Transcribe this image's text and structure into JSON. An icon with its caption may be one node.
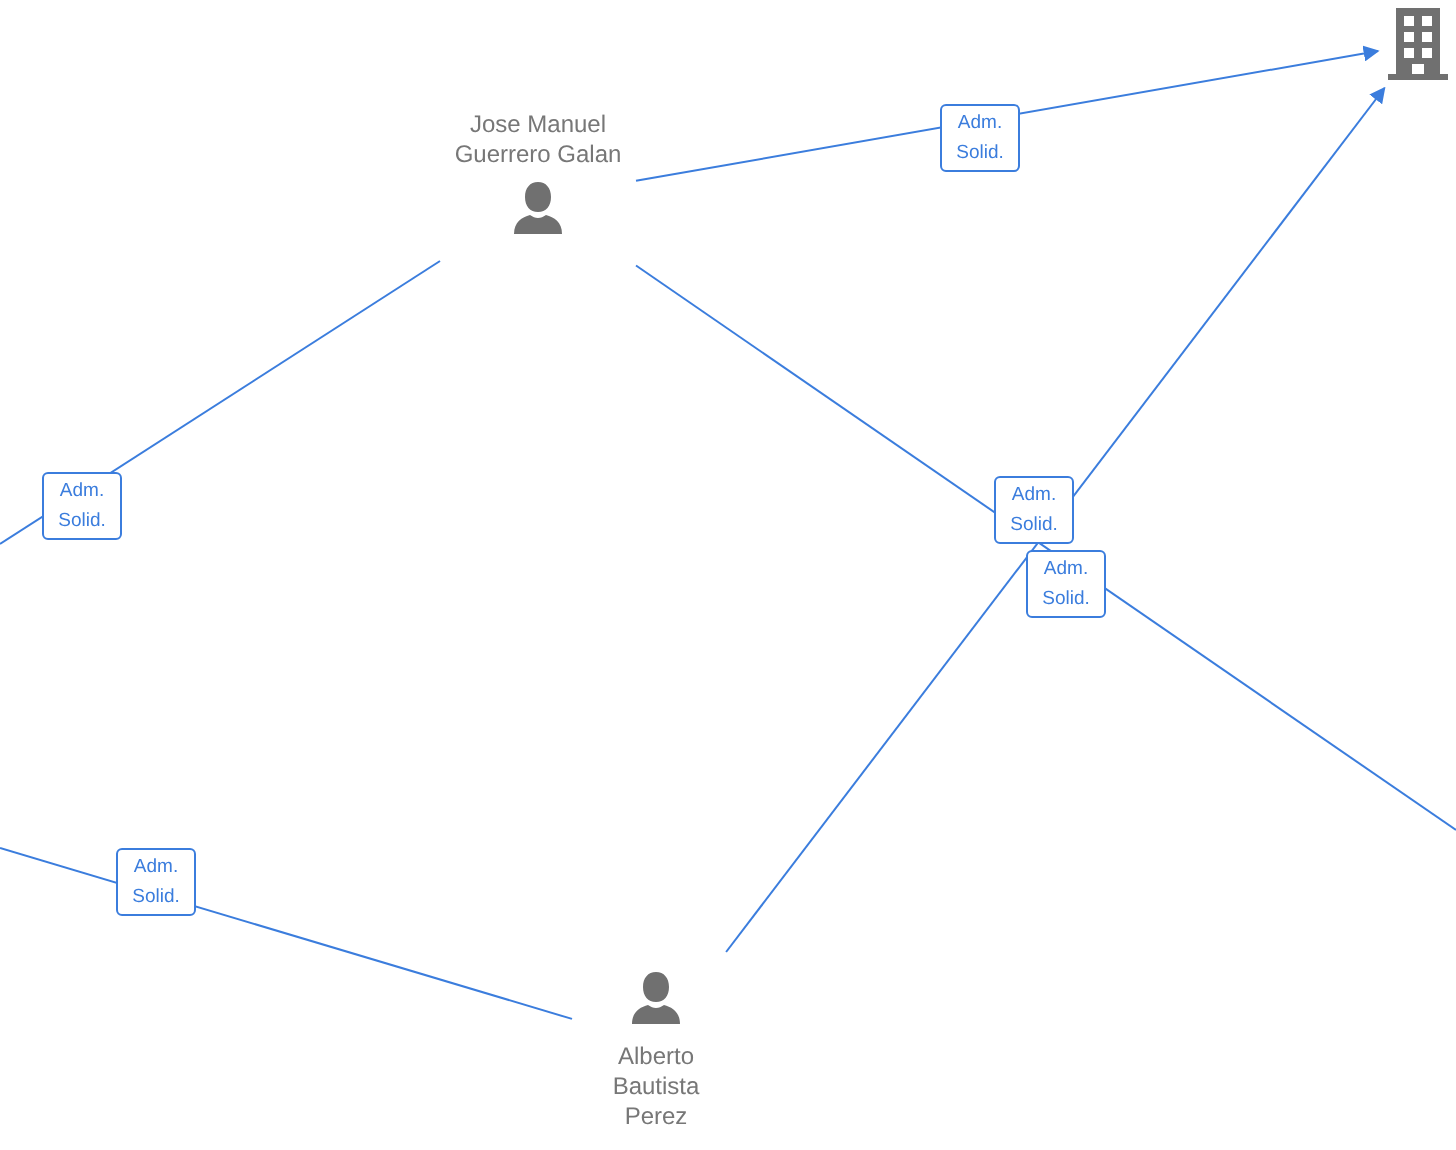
{
  "diagram": {
    "nodes": [
      {
        "text": [
          "Jose Manuel Guerrero Galan"
        ]
      },
      {
        "text": [],
        "shape": "building"
      },
      {
        "text": [
          "Alberto Bautista Perez"
        ]
      }
    ],
    "edges": [
      {
        "from": 0,
        "to": 1,
        "arrow": "to",
        "label": "Adm. Solid."
      },
      {
        "from": 0,
        "to": null,
        "arrow": "none",
        "label": "Adm. Solid."
      },
      {
        "from": 0,
        "to": null,
        "arrow": "none",
        "label": "Adm. Solid."
      },
      {
        "from": 2,
        "to": 1,
        "arrow": "to",
        "label": "Adm. Solid."
      },
      {
        "from": 2,
        "to": null,
        "arrow": "none",
        "label": "Adm. Solid."
      }
    ]
  }
}
